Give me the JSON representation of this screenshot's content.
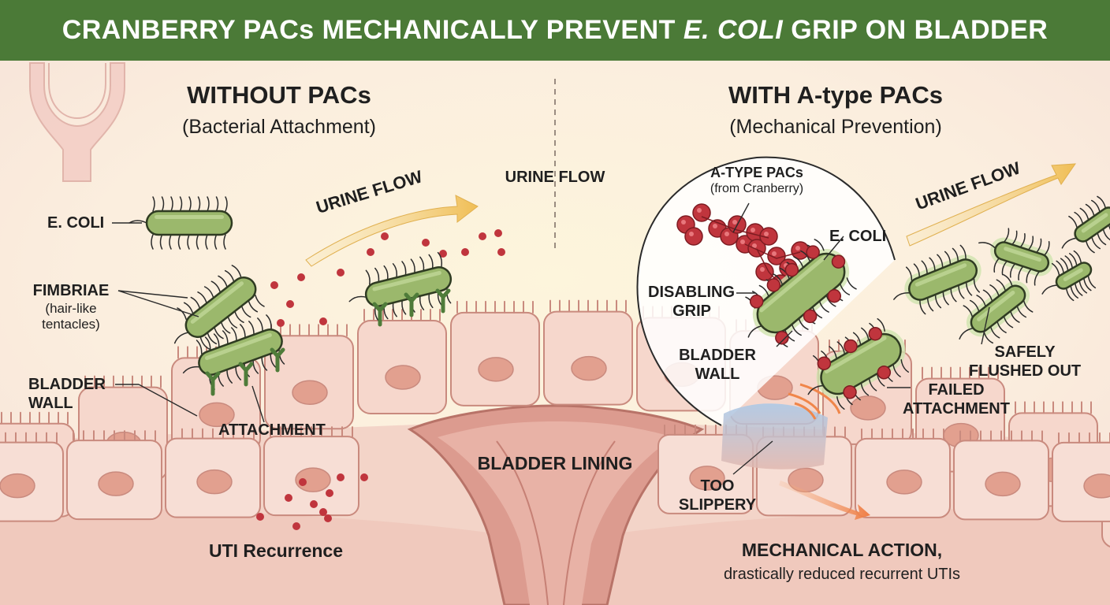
{
  "title": {
    "before": "CRANBERRY PACs MECHANICALLY PREVENT",
    "emphasis": "E. COLI",
    "after": "GRIP ON BLADDER"
  },
  "left_panel": {
    "heading": "WITHOUT PACs",
    "subheading": "(Bacterial Attachment)",
    "ecoli": "E. COLI",
    "fimbriae": "FIMBRIAE",
    "fimbriae_note_1": "(hair-like",
    "fimbriae_note_2": "tentacles)",
    "bladder_wall_1": "BLADDER",
    "bladder_wall_2": "WALL",
    "attachment": "ATTACHMENT",
    "urine_flow": "URINE FLOW",
    "outcome": "UTI Recurrence"
  },
  "center": {
    "urine_flow": "URINE FLOW",
    "bladder_lining": "BLADDER LINING"
  },
  "right_panel": {
    "heading": "WITH A-type PACs",
    "subheading": "(Mechanical Prevention)",
    "pacs": "A-TYPE PACs",
    "pacs_source": "(from Cranberry)",
    "ecoli": "E. COLI",
    "disabling_1": "DISABLING",
    "disabling_2": "GRIP",
    "bladder_wall_1": "BLADDER",
    "bladder_wall_2": "WALL",
    "urine_flow": "URINE FLOW",
    "safely_1": "SAFELY",
    "safely_2": "FLUSHED OUT",
    "failed_1": "FAILED",
    "failed_2": "ATTACHMENT",
    "slippery_1": "TOO",
    "slippery_2": "SLIPPERY",
    "outcome_1": "MECHANICAL ACTION,",
    "outcome_2": "drastically reduced recurrent UTIs"
  },
  "colors": {
    "banner": "#4b7a37",
    "bacteria": "#9bb86c",
    "pac": "#c0353d",
    "cell": "#f6d7cc",
    "nucleus": "#e2a08f",
    "arrow": "#f2c96a"
  }
}
